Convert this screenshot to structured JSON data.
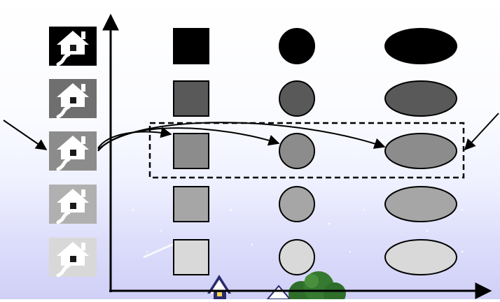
{
  "levels": [
    {
      "fill": "#000000",
      "house_tile": "#000000",
      "house_icon": "#ffffff"
    },
    {
      "fill": "#595959",
      "house_tile": "#6f6f6f",
      "house_icon": "#ffffff"
    },
    {
      "fill": "#8c8c8c",
      "house_tile": "#8c8c8c",
      "house_icon": "#ffffff"
    },
    {
      "fill": "#a6a6a6",
      "house_tile": "#b0b0b0",
      "house_icon": "#ffffff"
    },
    {
      "fill": "#d9d9d9",
      "house_tile": "#d8d8d8",
      "house_icon": "#ffffff"
    }
  ],
  "highlighted_level": 2,
  "shapes": [
    "square",
    "circle",
    "ellipse"
  ],
  "icons": {
    "house": "house-icon"
  },
  "colors": {
    "stroke": "#000000",
    "axis": "#000000",
    "highlight_box": "#000000"
  }
}
